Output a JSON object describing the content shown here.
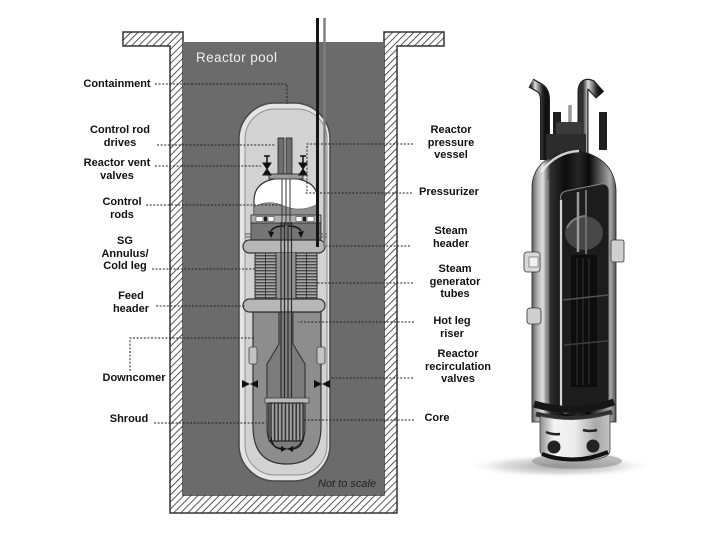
{
  "figure": {
    "kind": "integral reactor cutaway schematic with 3D rendering",
    "pool_label": "Reactor pool",
    "scale_note": "Not to scale"
  },
  "labels": {
    "left": [
      "Containment",
      "Control rod\ndrives",
      "Reactor vent\nvalves",
      "Control\nrods",
      "SG\nAnnulus/\nCold leg",
      "Feed\nheader",
      "Downcomer",
      "Shroud"
    ],
    "right": [
      "Reactor\npressure\nvessel",
      "Pressurizer",
      "Steam\nheader",
      "Steam\ngenerator\ntubes",
      "Hot leg\nriser",
      "Reactor\nrecirculation\nvalves",
      "Core"
    ]
  },
  "colors": {
    "pool_water": "#6b6b6b",
    "containment_ring": "#e4e4e4",
    "containment_interior": "#d2d2d2",
    "vessel_gray": "#8d8d8d",
    "plenum_gray": "#757575",
    "shroud_gray": "#7c7c7c",
    "header_gray": "#b7b7b7",
    "label_text": "#111111",
    "hatch_line": "#2b2b2b"
  }
}
